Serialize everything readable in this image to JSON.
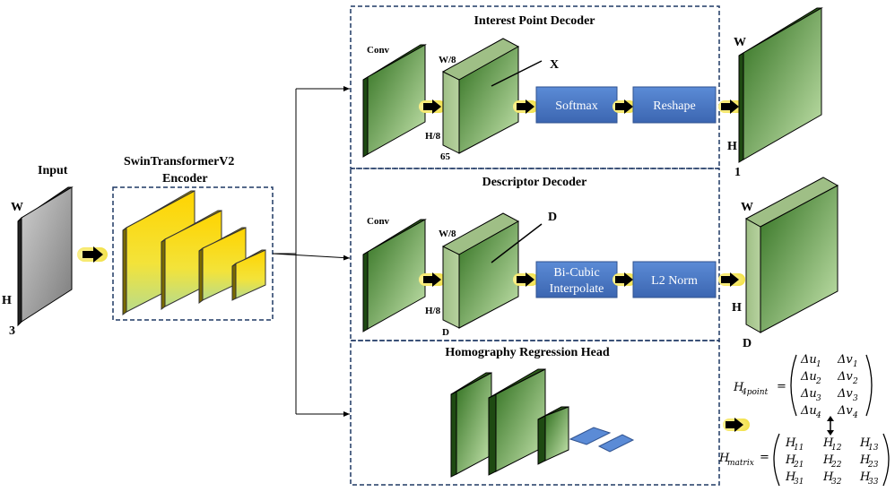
{
  "input": {
    "title": "Input",
    "w": "W",
    "h": "H",
    "c": "3"
  },
  "encoder": {
    "title_line1": "SwinTransformerV2",
    "title_line2": "Encoder"
  },
  "interest": {
    "title": "Interest Point Decoder",
    "conv": "Conv",
    "w8": "W/8",
    "h8": "H/8",
    "ch": "65",
    "tensor": "X",
    "btn1": "Softmax",
    "btn2": "Reshape",
    "out_w": "W",
    "out_h": "H",
    "out_c": "1"
  },
  "descriptor": {
    "title": "Descriptor Decoder",
    "conv": "Conv",
    "w8": "W/8",
    "h8": "H/8",
    "ch": "D",
    "tensor": "D",
    "btn1_line1": "Bi-Cubic",
    "btn1_line2": "Interpolate",
    "btn2": "L2 Norm",
    "out_w": "W",
    "out_h": "H",
    "out_c": "D"
  },
  "homography": {
    "title": "Homography Regression Head",
    "h4point": {
      "label": "H",
      "sub": "4point",
      "rows": [
        [
          "Δu",
          "1",
          "Δv",
          "1"
        ],
        [
          "Δu",
          "2",
          "Δv",
          "2"
        ],
        [
          "Δu",
          "3",
          "Δv",
          "3"
        ],
        [
          "Δu",
          "4",
          "Δv",
          "4"
        ]
      ]
    },
    "hmatrix": {
      "label": "H",
      "sub": "matrix",
      "rows": [
        [
          "H",
          "11",
          "H",
          "12",
          "H",
          "13"
        ],
        [
          "H",
          "21",
          "H",
          "22",
          "H",
          "23"
        ],
        [
          "H",
          "31",
          "H",
          "32",
          "H",
          "33"
        ]
      ]
    }
  },
  "colors": {
    "button": "#4472c4",
    "encoder_yellow": "#ffd700",
    "decoder_green": "#2e6b1d",
    "dash_box": "#1f3864"
  }
}
